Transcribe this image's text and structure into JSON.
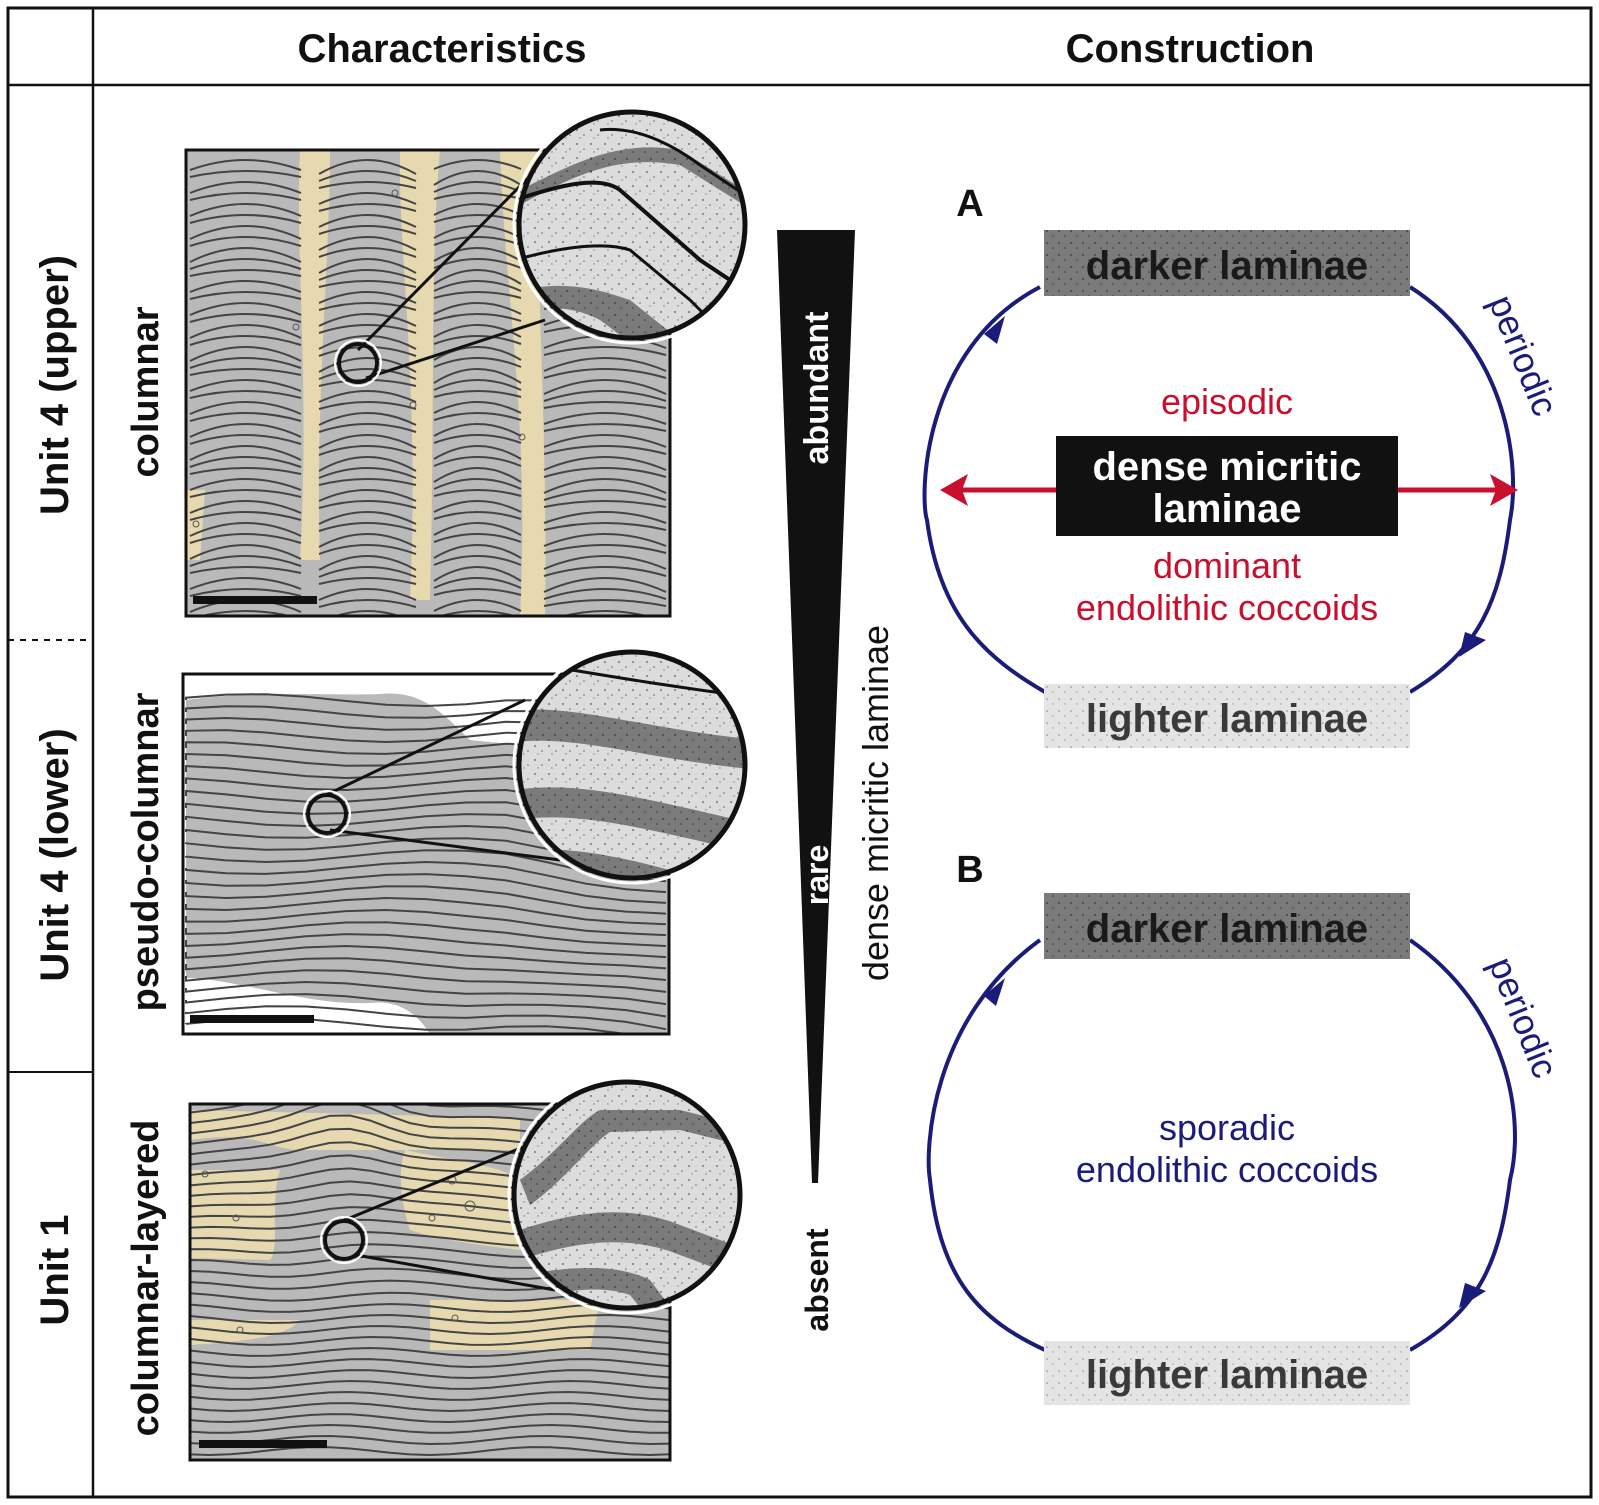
{
  "header": {
    "characteristics": "Characteristics",
    "construction": "Construction"
  },
  "units": [
    {
      "label": "Unit 4 (upper)",
      "fabric": "columnar"
    },
    {
      "label": "Unit 4 (lower)",
      "fabric": "pseudo-columnar"
    },
    {
      "label": "Unit 1",
      "fabric": "columnar-layered"
    }
  ],
  "abundance": {
    "levels": [
      "abundant",
      "rare",
      "absent"
    ],
    "axis_label": "dense micritic laminae"
  },
  "panel_a": {
    "letter": "A",
    "top_box": "darker laminae",
    "bottom_box": "lighter laminae",
    "cycle_label": "periodic",
    "episodic": "episodic",
    "center_box_line1": "dense micritic",
    "center_box_line2": "laminae",
    "dominant_line1": "dominant",
    "dominant_line2": "endolithic coccoids"
  },
  "panel_b": {
    "letter": "B",
    "top_box": "darker laminae",
    "bottom_box": "lighter laminae",
    "cycle_label": "periodic",
    "sporadic_line1": "sporadic",
    "sporadic_line2": "endolithic coccoids"
  },
  "colors": {
    "border": "#111111",
    "lamina_gray": "#b9b9b9",
    "lamina_line": "#444444",
    "tan_fill": "#e6d9b0",
    "dark_box": "#7a7a7a",
    "light_box": "#e2e2e2",
    "navy": "#1b1b7a",
    "red": "#c8102e"
  },
  "icons": [
    "magnifier-circle-icon",
    "scale-bar-icon",
    "wedge-icon",
    "double-arrow-icon",
    "cycle-arrow-icon"
  ]
}
